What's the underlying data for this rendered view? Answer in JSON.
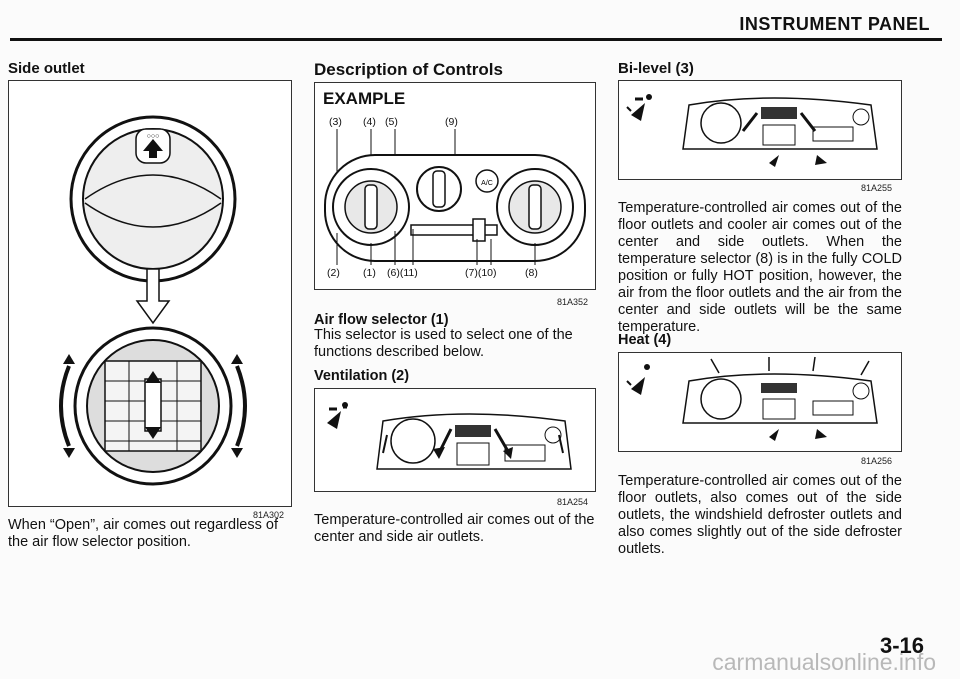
{
  "header": {
    "title": "INSTRUMENT PANEL"
  },
  "side_outlet": {
    "heading": "Side outlet",
    "figure_code": "81A302",
    "text": "When “Open”, air comes out regardless of the air flow selector position."
  },
  "controls": {
    "heading": "Description of Controls",
    "example_label": "EXAMPLE",
    "top_labels": [
      "(3)",
      "(4)",
      "(5)",
      "(9)"
    ],
    "bottom_labels": [
      "(2)",
      "(1)",
      "(6)(11)",
      "(7)(10)",
      "(8)"
    ],
    "ac_label": "A/C",
    "figure_code": "81A352"
  },
  "air_flow": {
    "heading": "Air flow selector (1)",
    "text": "This selector is used to select one of the functions described below."
  },
  "ventilation": {
    "heading": "Ventilation (2)",
    "figure_code": "81A254",
    "text": "Temperature-controlled air comes out of the center and side air outlets."
  },
  "bilevel": {
    "heading": "Bi-level (3)",
    "figure_code": "81A255",
    "text": "Temperature-controlled air comes out of the floor outlets and cooler air comes out of the center and side outlets. When the temperature selector (8) is in the fully COLD position or fully HOT position, however, the air from the floor outlets and the air from the center and side outlets will be the same temperature."
  },
  "heat": {
    "heading": "Heat (4)",
    "figure_code": "81A256",
    "text": "Temperature-controlled air comes out of the floor outlets, also comes out of the side outlets, the windshield defroster outlets and also comes slightly out of the side defroster outlets."
  },
  "page_number": "3-16",
  "watermark": "carmanualsonline.info"
}
